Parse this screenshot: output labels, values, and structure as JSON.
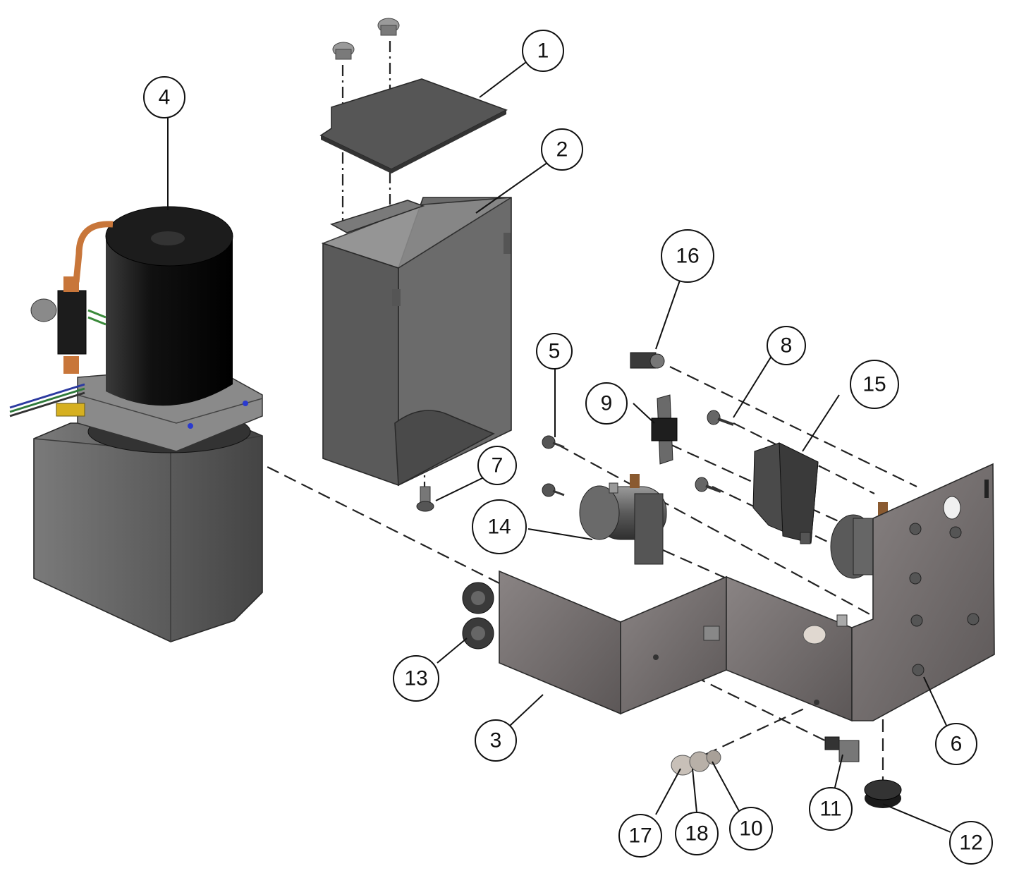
{
  "callouts": [
    {
      "id": "1",
      "label": "1"
    },
    {
      "id": "2",
      "label": "2"
    },
    {
      "id": "3",
      "label": "3"
    },
    {
      "id": "4",
      "label": "4"
    },
    {
      "id": "5",
      "label": "5"
    },
    {
      "id": "6",
      "label": "6"
    },
    {
      "id": "7",
      "label": "7"
    },
    {
      "id": "8",
      "label": "8"
    },
    {
      "id": "9",
      "label": "9"
    },
    {
      "id": "10",
      "label": "10"
    },
    {
      "id": "11",
      "label": "11"
    },
    {
      "id": "12",
      "label": "12"
    },
    {
      "id": "13",
      "label": "13"
    },
    {
      "id": "14",
      "label": "14"
    },
    {
      "id": "15",
      "label": "15"
    },
    {
      "id": "16",
      "label": "16"
    },
    {
      "id": "17",
      "label": "17"
    },
    {
      "id": "18",
      "label": "18"
    }
  ],
  "colors": {
    "motor": "#141414",
    "reservoir": "#5e5e5e",
    "bracket": "#6d6868",
    "cover": "#4a4a4a",
    "tube": "#c8763a"
  }
}
